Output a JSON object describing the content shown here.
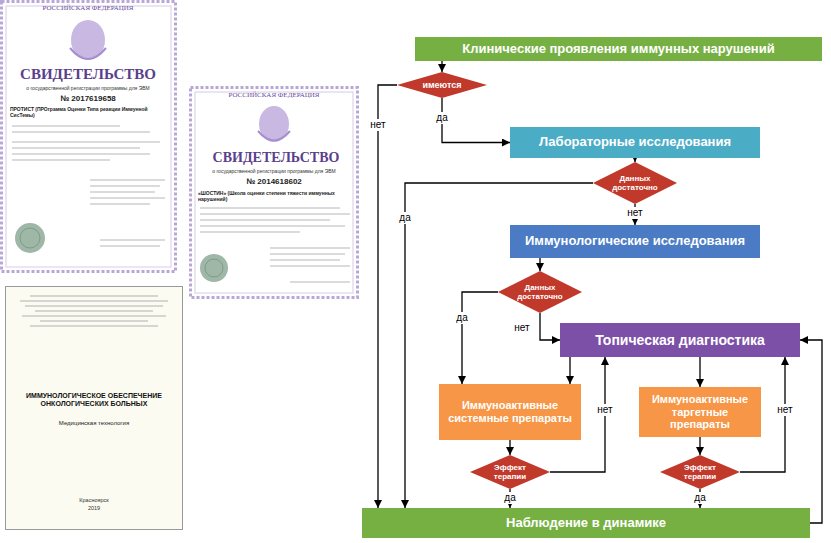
{
  "diagram": {
    "nodes": [
      {
        "text": [
          "Клинические проявления иммунных нарушений"
        ]
      },
      {
        "text": [
          "имеются"
        ]
      },
      {
        "text": [
          "Лабораторные исследования"
        ]
      },
      {
        "text": [
          "Данных достаточно"
        ]
      },
      {
        "text": [
          "Иммунологические исследования"
        ]
      },
      {
        "text": [
          "Данных достаточно"
        ]
      },
      {
        "text": [
          "Топическая диагностика"
        ]
      },
      {
        "text": [
          "Иммуноактивные системные препараты"
        ]
      },
      {
        "text": [
          "Иммуноактивные таргетные препараты"
        ]
      },
      {
        "text": [
          "Эффект терапии"
        ]
      },
      {
        "text": [
          "Эффект терапии"
        ]
      },
      {
        "text": [
          "Наблюдение в динамике"
        ]
      }
    ],
    "edges": [
      {
        "from": 0,
        "to": 1,
        "arrow": "to"
      },
      {
        "from": 1,
        "to": 2,
        "label": "да",
        "arrow": "to"
      },
      {
        "from": 1,
        "to": 11,
        "label": "нет",
        "arrow": "to"
      },
      {
        "from": 2,
        "to": 3,
        "arrow": "to"
      },
      {
        "from": 3,
        "to": 11,
        "label": "да",
        "arrow": "to"
      },
      {
        "from": 3,
        "to": 4,
        "label": "нет",
        "arrow": "to"
      },
      {
        "from": 4,
        "to": 5,
        "arrow": "to"
      },
      {
        "from": 5,
        "to": 7,
        "label": "да",
        "arrow": "to"
      },
      {
        "from": 5,
        "to": 6,
        "label": "нет",
        "arrow": "to"
      },
      {
        "from": 6,
        "to": 7,
        "arrow": "to"
      },
      {
        "from": 6,
        "to": 8,
        "arrow": "to"
      },
      {
        "from": 7,
        "to": 9,
        "arrow": "to"
      },
      {
        "from": 9,
        "to": 6,
        "label": "нет",
        "arrow": "to"
      },
      {
        "from": 9,
        "to": 11,
        "label": "да",
        "arrow": "to"
      },
      {
        "from": 8,
        "to": 10,
        "arrow": "to"
      },
      {
        "from": 10,
        "to": 6,
        "label": "нет",
        "arrow": "to"
      },
      {
        "from": 10,
        "to": 11,
        "label": "да",
        "arrow": "to"
      },
      {
        "from": 11,
        "to": 6,
        "arrow": "to"
      }
    ],
    "labels": [
      "РОССИЙСКАЯ ФЕДЕРАЦИЯ",
      "СВИДЕТЕЛЬСТВО",
      "о государственной регистрации программы для ЭВМ",
      "№ 2017619658",
      "ПРОТИСТ (ПРОграмма Оценки Типа реакции Иммунной СисТемы)",
      "РОССИЙСКАЯ ФЕДЕРАЦИЯ",
      "СВИДЕТЕЛЬСТВО",
      "о государственной регистрации программы для ЭВМ",
      "№ 2014618602",
      "«ШОСТИН» (Школа оценки степени тяжести иммунных нарушений)",
      "ИММУНОЛОГИЧЕСКОЕ ОБЕСПЕЧЕНИЕ ОНКОЛОГИЧЕСКИХ БОЛЬНЫХ",
      "Медицинская технология",
      "Красноярск",
      "2019"
    ]
  }
}
